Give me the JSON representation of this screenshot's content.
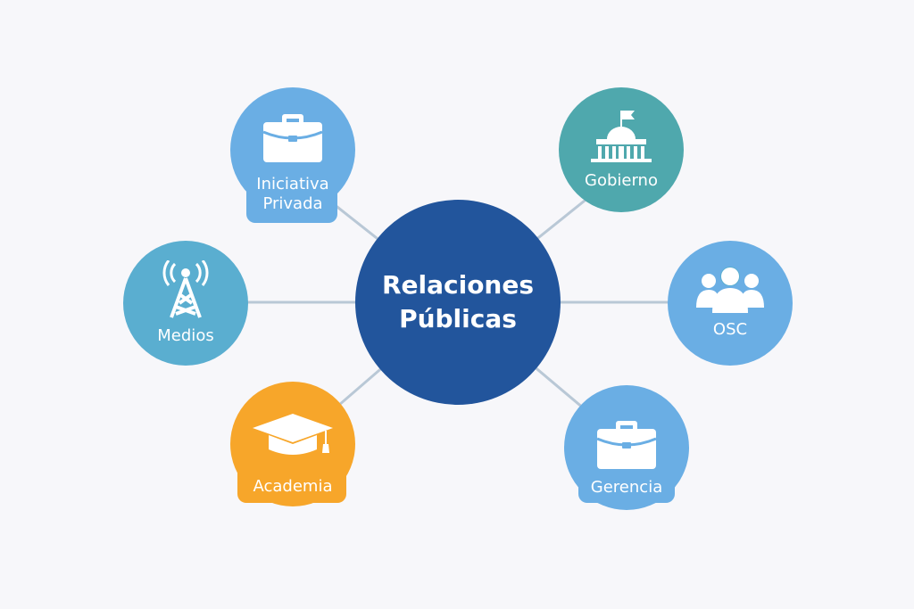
{
  "diagram": {
    "center": {
      "label_line1": "Relaciones",
      "label_line2": "Públicas",
      "color": "#22559c"
    },
    "nodes": [
      {
        "id": "iniciativa",
        "label_line1": "Iniciativa",
        "label_line2": "Privada",
        "icon": "briefcase-icon",
        "color": "#6aaee4"
      },
      {
        "id": "gobierno",
        "label": "Gobierno",
        "icon": "government-building-icon",
        "color": "#4fa8ad"
      },
      {
        "id": "medios",
        "label": "Medios",
        "icon": "broadcast-tower-icon",
        "color": "#5aaed0"
      },
      {
        "id": "osc",
        "label": "OSC",
        "icon": "people-group-icon",
        "color": "#6aaee4"
      },
      {
        "id": "academia",
        "label": "Academia",
        "icon": "graduation-cap-icon",
        "color": "#f7a62a"
      },
      {
        "id": "gerencia",
        "label": "Gerencia",
        "icon": "briefcase-icon",
        "color": "#6aaee4"
      }
    ],
    "edges": [
      [
        "center",
        "iniciativa"
      ],
      [
        "center",
        "gobierno"
      ],
      [
        "center",
        "medios"
      ],
      [
        "center",
        "osc"
      ],
      [
        "center",
        "academia"
      ],
      [
        "center",
        "gerencia"
      ]
    ],
    "edge_color": "#b9c8d6"
  }
}
